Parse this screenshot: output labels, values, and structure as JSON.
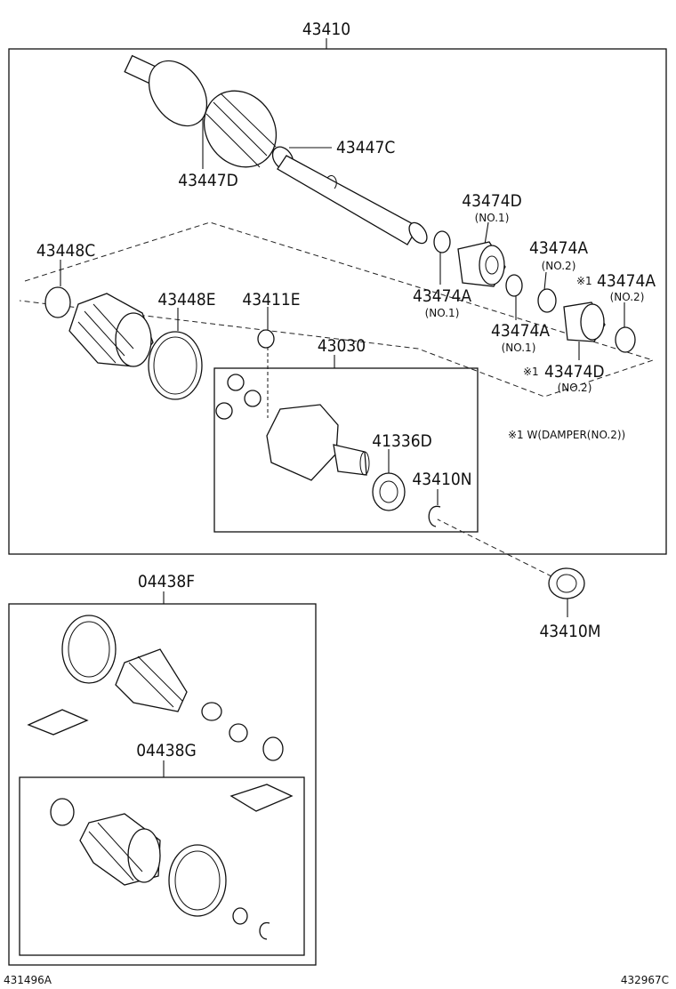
{
  "labels": {
    "p43410": "43410",
    "p43447C": "43447C",
    "p43447D": "43447D",
    "p43474D_a": "43474D",
    "sub_no1_a": "(NO.1)",
    "p43474A_a": "43474A",
    "sub_no2_a": "(NO.2)",
    "mark1_a": "※1",
    "p43474A_b": "43474A",
    "sub_no2_b": "(NO.2)",
    "p43448C": "43448C",
    "p43448E": "43448E",
    "p43411E": "43411E",
    "p43474A_c": "43474A",
    "sub_no1_c": "(NO.1)",
    "p43474A_d": "43474A",
    "sub_no1_d": "(NO.1)",
    "mark1_b": "※1",
    "p43474D_b": "43474D",
    "sub_no2_c": "(NO.2)",
    "p43030": "43030",
    "p41336D": "41336D",
    "p43410N": "43410N",
    "note_w": "※1 W(DAMPER(NO.2))",
    "p43410M": "43410M",
    "p04438F": "04438F",
    "p04438G": "04438G",
    "code_left": "431496A",
    "code_right": "432967C"
  }
}
